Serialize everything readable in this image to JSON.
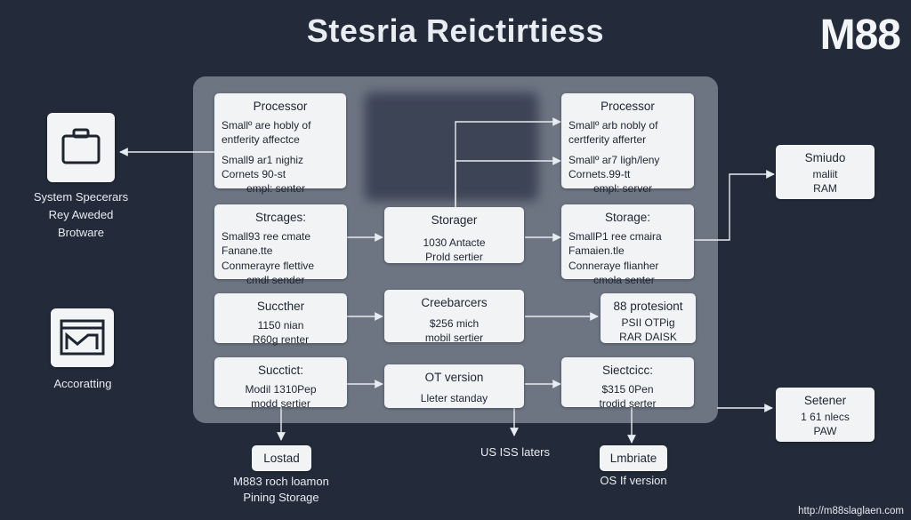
{
  "title": "Stesria Reictirtiess",
  "brand": "M88",
  "url": "http://m88slaglaen.com",
  "left_labels": {
    "top": [
      "System Specerars",
      "Rey Aweded",
      "Brotware"
    ],
    "bottom": [
      "Accoratting"
    ]
  },
  "boxes": {
    "proc_left": {
      "title": "Processor",
      "lines": [
        "Smallº are hobly of",
        "entferity affectce",
        "",
        "Small9 ar1 nighiz",
        "Cornets 90-st",
        "empl: senter"
      ]
    },
    "proc_right": {
      "title": "Processor",
      "lines": [
        "Smallº arb nobly of",
        "certferity afferter",
        "",
        "Smallº ar7 ligh/leny",
        "Cornets.99-tt",
        "empl: server"
      ]
    },
    "stor_left": {
      "title": "Strcages:",
      "lines": [
        "Small93 ree cmate",
        "Fanane.tte",
        "Conmerayre flettive",
        "cmdl sender"
      ]
    },
    "stor_mid": {
      "title": "Storager",
      "lines": [
        "1030 Antacte",
        "Prold sertier"
      ]
    },
    "stor_right": {
      "title": "Storage:",
      "lines": [
        "SmallP1 ree cmaira",
        "Famaien.tle",
        "Conneraye flianher",
        "cmola senter"
      ]
    },
    "succ_left": {
      "title": "Succther",
      "lines": [
        "1150 nian",
        "R60g renter"
      ]
    },
    "cree_mid": {
      "title": "Creebarcers",
      "lines": [
        "$256 mich",
        "mobil sertier"
      ]
    },
    "proto_right": {
      "title": "88 protesiont",
      "lines": [
        "PSII OTPig",
        "RAR DAISK"
      ]
    },
    "succt_left": {
      "title": "Succtict:",
      "lines": [
        "Modil 1310Pep",
        "modd sertier"
      ]
    },
    "ot_mid": {
      "title": "OT version",
      "lines": [
        "Lleter standay"
      ]
    },
    "siec_right": {
      "title": "Siectcicc:",
      "lines": [
        "$315 0Pen",
        "trodid serter"
      ]
    },
    "smiudo": {
      "title": "Smiudo",
      "lines": [
        "maliit",
        "RAM"
      ]
    },
    "setener": {
      "title": "Setener",
      "lines": [
        "1 61 nlecs",
        "PAW"
      ]
    },
    "lostad": {
      "title": "Lostad",
      "lines": []
    },
    "lmbriate": {
      "title": "Lmbriate",
      "lines": []
    }
  },
  "bottom_labels": {
    "lostad": [
      "M883 roch loamon",
      "Pining Storage"
    ],
    "mid": [
      "US ISS laters"
    ],
    "lmbriate": [
      "OS If version"
    ]
  }
}
